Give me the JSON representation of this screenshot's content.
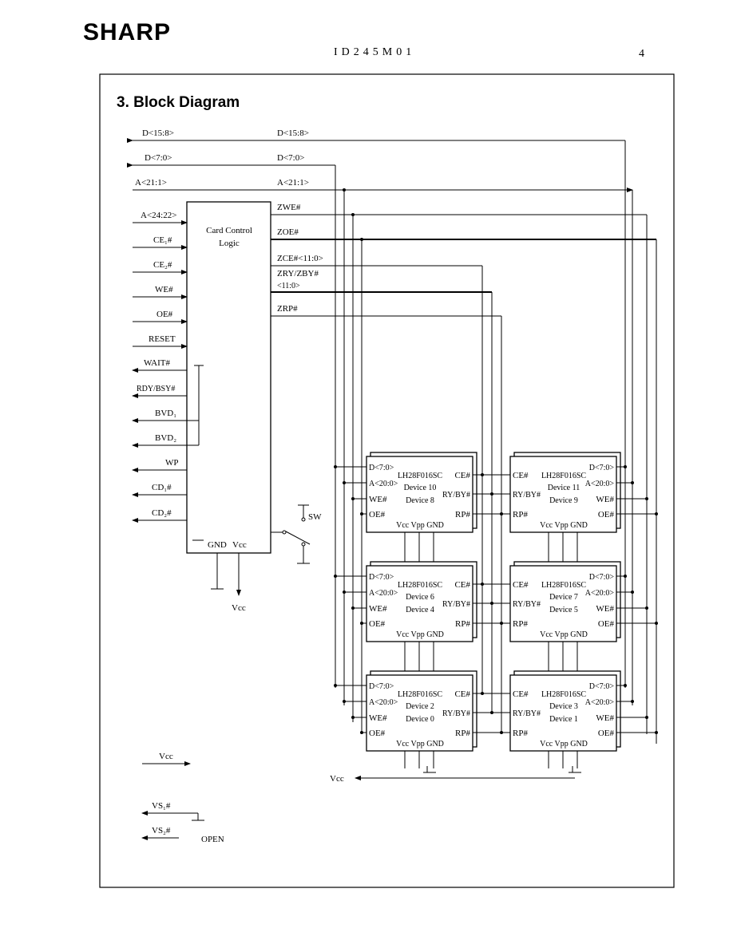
{
  "header": {
    "logo": "SHARP",
    "doc_id": "ID245M01",
    "page_number": "4"
  },
  "section_title": "3. Block Diagram",
  "bus_labels": {
    "d_hi_left": "D<15:8>",
    "d_hi_right": "D<15:8>",
    "d_lo_left": "D<7:0>",
    "d_lo_right": "D<7:0>",
    "a_left": "A<21:1>",
    "a_right": "A<21:1>"
  },
  "ccl": {
    "title_line1": "Card Control",
    "title_line2": "Logic",
    "inputs": [
      "A<24:22>",
      "CE₁#",
      "CE₂#",
      "WE#",
      "OE#",
      "RESET",
      "WAIT#",
      "RDY/BSY#",
      "BVD₁",
      "BVD₂",
      "WP",
      "CD₁#",
      "CD₂#"
    ],
    "outputs": [
      "ZWE#",
      "ZOE#",
      "ZCE#<11:0>",
      "ZRY/ZBY#",
      "<11:0>",
      "ZRP#"
    ],
    "gnd": "GND",
    "vcc": "Vcc",
    "vcc_out": "Vcc",
    "switch": "SW"
  },
  "devices": [
    {
      "part": "LH28F016SC",
      "top": "Device 10",
      "bottom": "Device 8",
      "side": "left"
    },
    {
      "part": "LH28F016SC",
      "top": "Device 11",
      "bottom": "Device 9",
      "side": "right"
    },
    {
      "part": "LH28F016SC",
      "top": "Device 6",
      "bottom": "Device 4",
      "side": "left"
    },
    {
      "part": "LH28F016SC",
      "top": "Device 7",
      "bottom": "Device 5",
      "side": "right"
    },
    {
      "part": "LH28F016SC",
      "top": "Device 2",
      "bottom": "Device 0",
      "side": "left"
    },
    {
      "part": "LH28F016SC",
      "top": "Device 3",
      "bottom": "Device 1",
      "side": "right"
    }
  ],
  "pins": {
    "d": "D<7:0>",
    "a": "A<20:0>",
    "we": "WE#",
    "oe": "OE#",
    "ce": "CE#",
    "ry": "RY/BY#",
    "rp": "RP#",
    "pwr": "Vcc Vpp GND"
  },
  "bottom": {
    "vcc_in": "Vcc",
    "vcc_rail": "Vcc",
    "vs1": "VS₁#",
    "vs2": "VS₂#",
    "open": "OPEN"
  }
}
